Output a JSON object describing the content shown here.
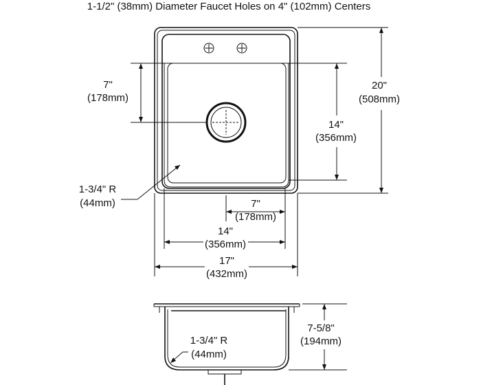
{
  "header": {
    "faucet_note": "1-1/2\" (38mm) Diameter Faucet Holes on 4\" (102mm) Centers"
  },
  "dimensions": {
    "bowl_depth_front": {
      "inches": "7\"",
      "mm": "(178mm)"
    },
    "overall_length": {
      "inches": "20\"",
      "mm": "(508mm)"
    },
    "bowl_length": {
      "inches": "14\"",
      "mm": "(356mm)"
    },
    "corner_radius_top": {
      "inches": "1-3/4\" R",
      "mm": "(44mm)"
    },
    "drain_offset": {
      "inches": "7\"",
      "mm": "(178mm)"
    },
    "bowl_width": {
      "inches": "14\"",
      "mm": "(356mm)"
    },
    "overall_width": {
      "inches": "17\"",
      "mm": "(432mm)"
    },
    "bowl_depth_side": {
      "inches": "7-5/8\"",
      "mm": "(194mm)"
    },
    "corner_radius_side": {
      "inches": "1-3/4\" R",
      "mm": "(44mm)"
    }
  }
}
